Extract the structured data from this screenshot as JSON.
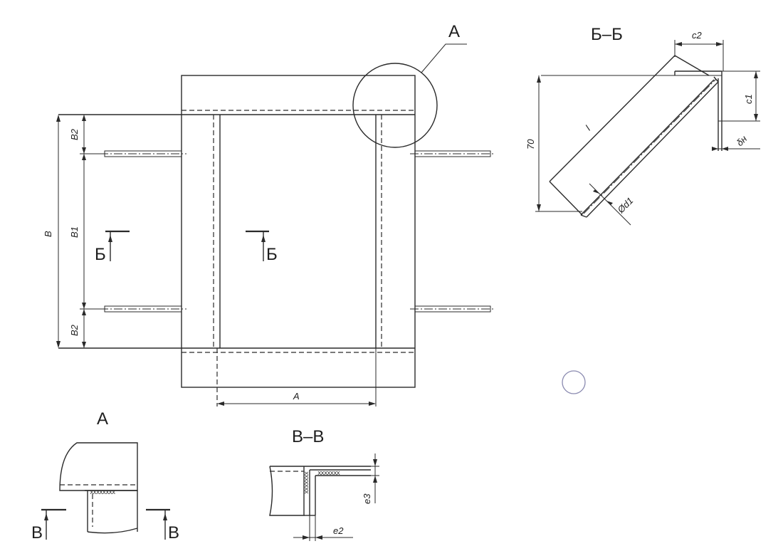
{
  "labels": {
    "detail_callout": "A",
    "section_bb_title": "Б–Б",
    "section_cut_left": "Б",
    "section_cut_right": "Б",
    "detail_a_title": "A",
    "section_vv_title": "В–В",
    "section_cut_v_left": "В",
    "section_cut_v_right": "В"
  },
  "dimensions": {
    "overall_height": "B",
    "spacing_top": "B2",
    "spacing_middle": "B1",
    "spacing_bottom": "B2",
    "width": "A",
    "c2": "c2",
    "c1": "c1",
    "angle": "70",
    "length": "l",
    "thickness": "δн",
    "diameter": "Ød1",
    "e3": "e3",
    "e2": "e2"
  },
  "hatch": {
    "detail_a": "xxxxxxxx",
    "section_vv_horizontal": "xxxxxxx",
    "section_vv_vertical": "xxxxxxx"
  }
}
